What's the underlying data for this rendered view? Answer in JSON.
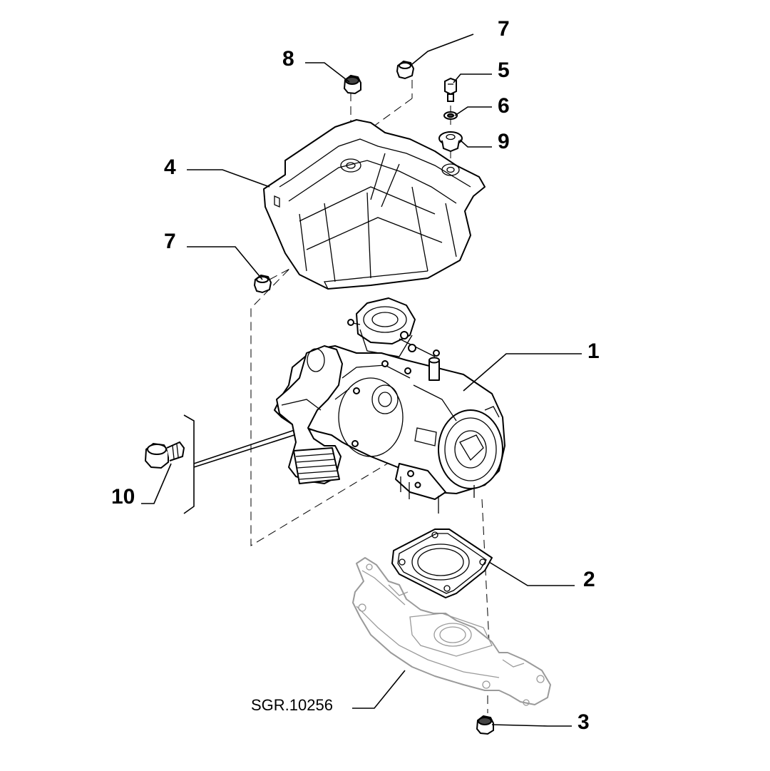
{
  "diagram": {
    "reference_code": "SGR.10256",
    "callouts": [
      {
        "id": "callout-1",
        "label": "1"
      },
      {
        "id": "callout-2",
        "label": "2"
      },
      {
        "id": "callout-3",
        "label": "3"
      },
      {
        "id": "callout-4",
        "label": "4"
      },
      {
        "id": "callout-5",
        "label": "5"
      },
      {
        "id": "callout-6",
        "label": "6"
      },
      {
        "id": "callout-7-top",
        "label": "7"
      },
      {
        "id": "callout-7-left",
        "label": "7"
      },
      {
        "id": "callout-8",
        "label": "8"
      },
      {
        "id": "callout-9",
        "label": "9"
      },
      {
        "id": "callout-10",
        "label": "10"
      }
    ]
  }
}
